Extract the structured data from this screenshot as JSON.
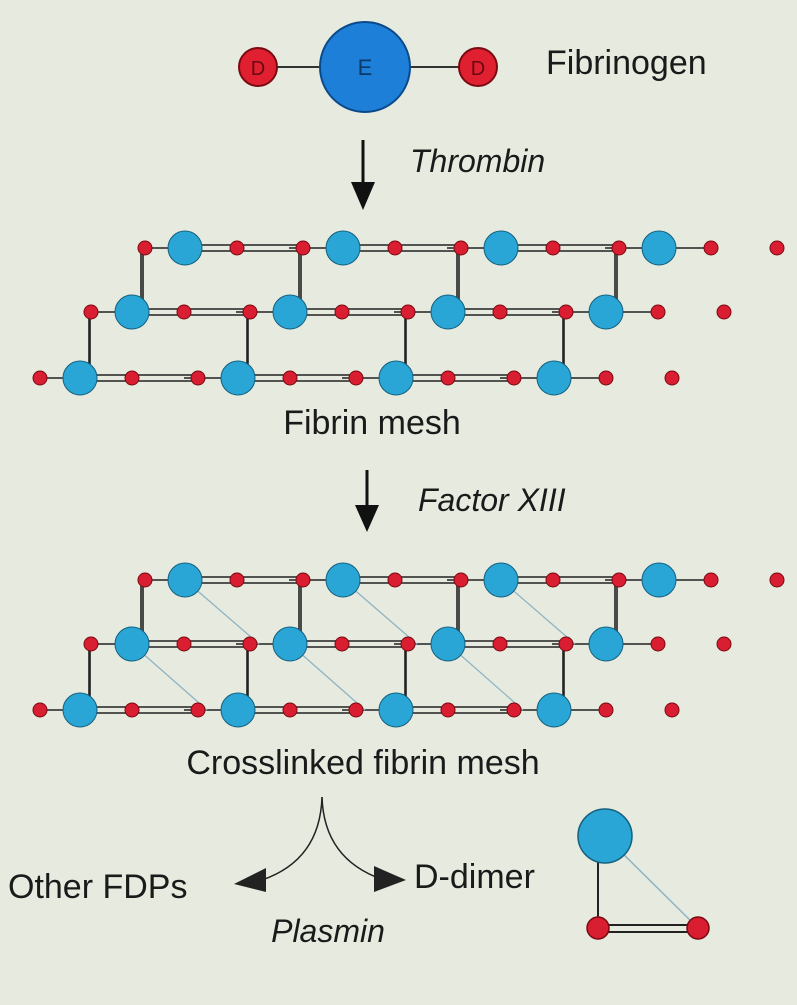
{
  "fibrinogen": {
    "label": "Fibrinogen",
    "domain_d_left": "D",
    "domain_e": "E",
    "domain_d_right": "D"
  },
  "enzymes": {
    "thrombin": "Thrombin",
    "factor_xiii": "Factor XIII",
    "plasmin": "Plasmin"
  },
  "meshes": {
    "fibrin": "Fibrin mesh",
    "crosslinked": "Crosslinked fibrin mesh"
  },
  "products": {
    "other": "Other FDPs",
    "ddimer": "D-dimer"
  },
  "colors": {
    "d_domain": "#e02030",
    "e_domain": "#1e7fd8",
    "mesh_e_node": "#2aa6d6",
    "mesh_d_node": "#d81e30",
    "line": "#222222",
    "crosslink": "#8fb4c4",
    "background": "#e6eadf"
  }
}
